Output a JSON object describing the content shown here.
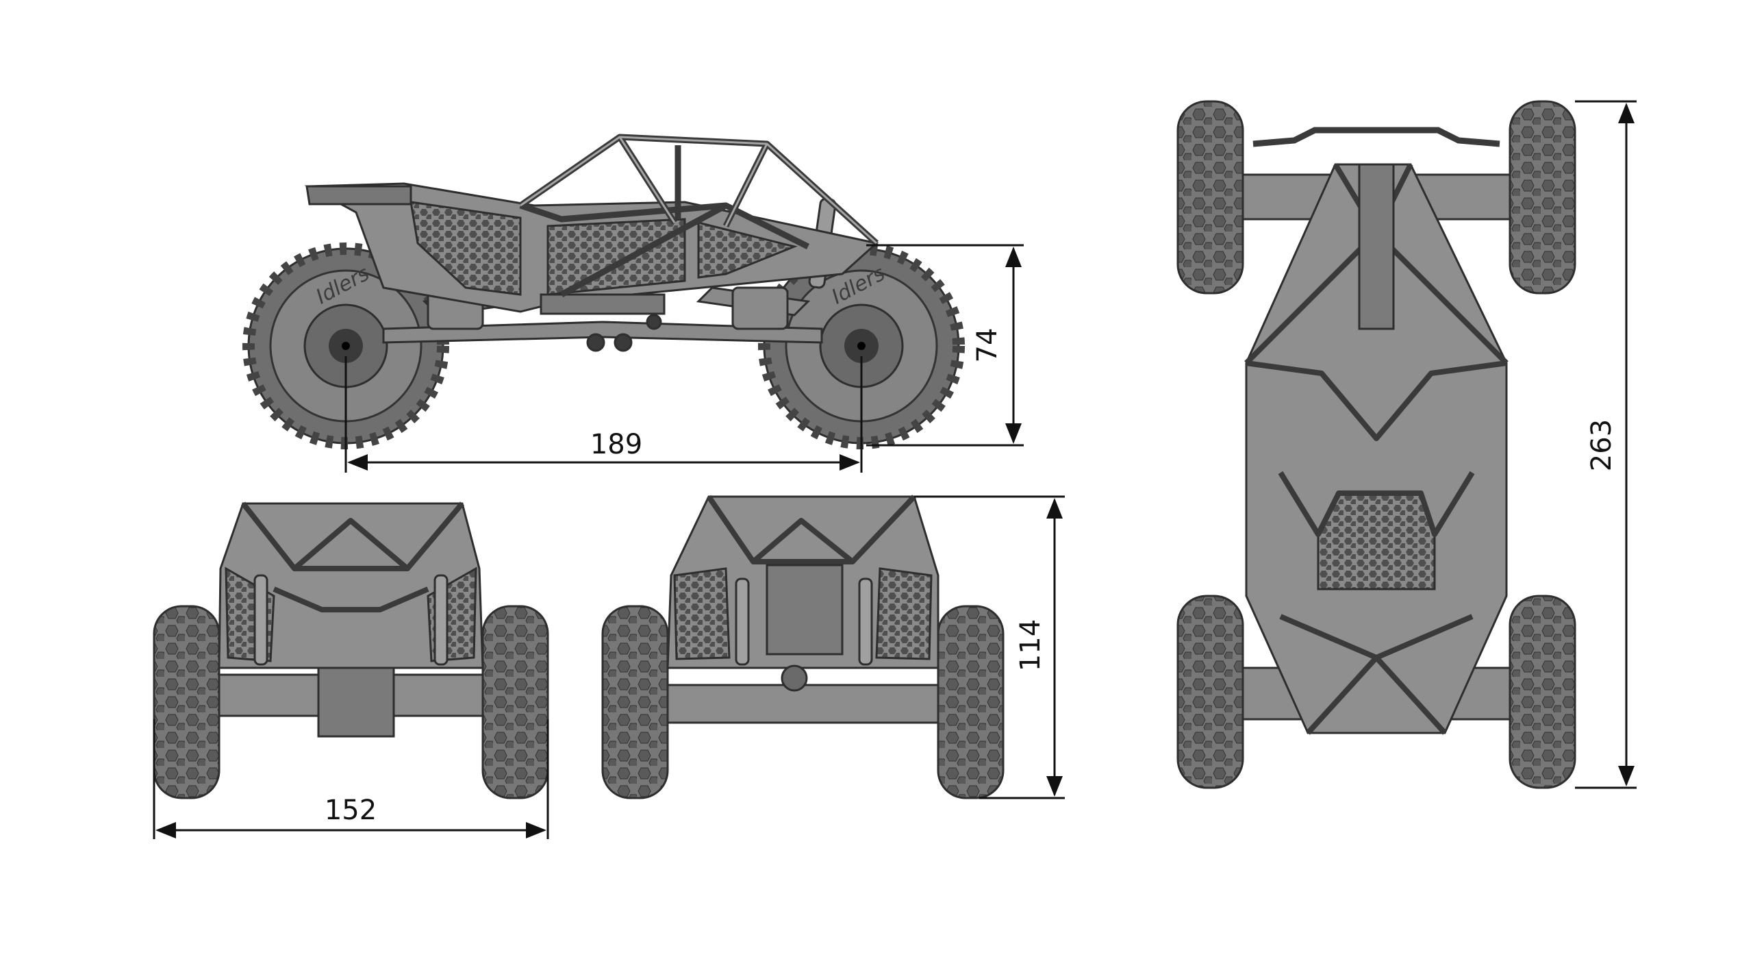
{
  "drawing": {
    "tire_brand_text": "Idlers",
    "colors": {
      "background": "#ffffff",
      "body": "#7b7b7b",
      "body_light": "#9a9a9a",
      "body_dark": "#555555",
      "edge": "#2e2e2e",
      "mesh": "#4f4f4f",
      "dimension_line": "#111111"
    }
  },
  "views": {
    "side": {
      "wheelbase_label": "189",
      "height_label": "74"
    },
    "front": {
      "width_label": "152"
    },
    "rear": {
      "height_label": "114"
    },
    "top": {
      "length_label": "263"
    }
  }
}
